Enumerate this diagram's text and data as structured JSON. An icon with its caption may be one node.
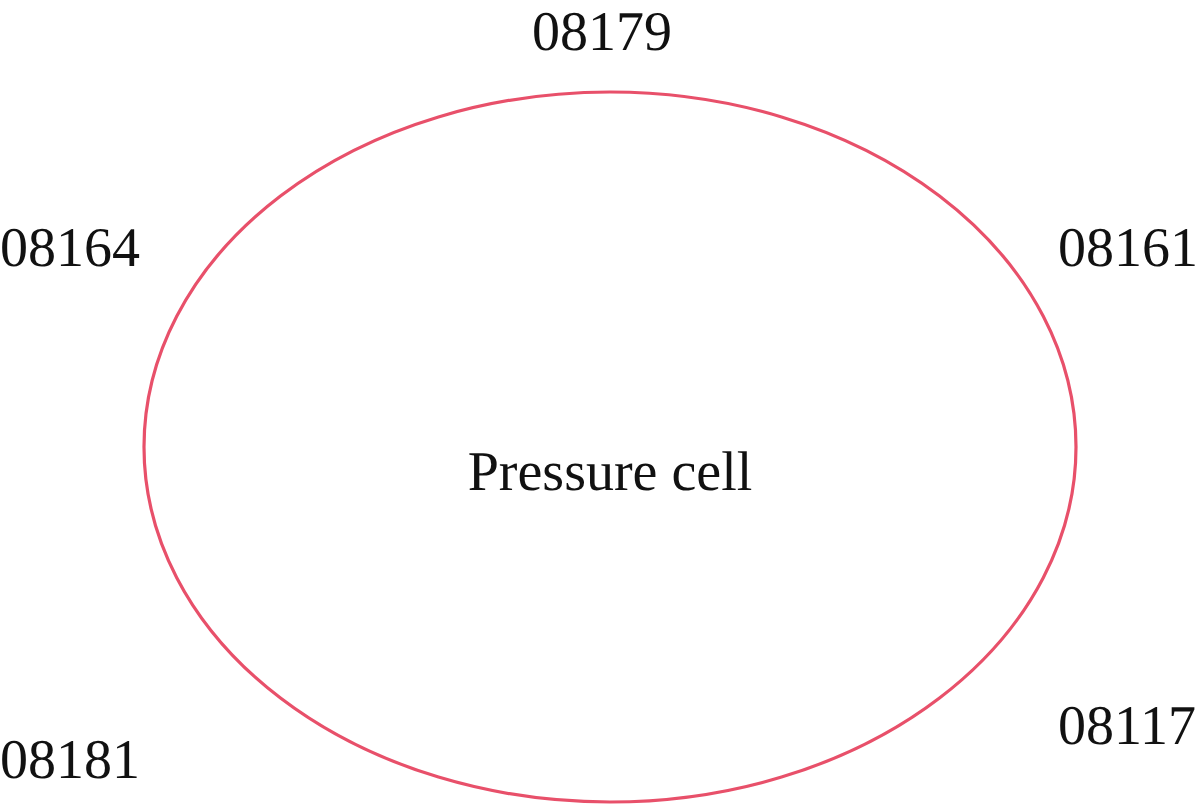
{
  "diagram": {
    "nodes": [
      {
        "text": [
          "Pressure cell"
        ]
      }
    ],
    "labels": [
      "08179",
      "08164",
      "08161",
      "08181",
      "08117"
    ]
  }
}
